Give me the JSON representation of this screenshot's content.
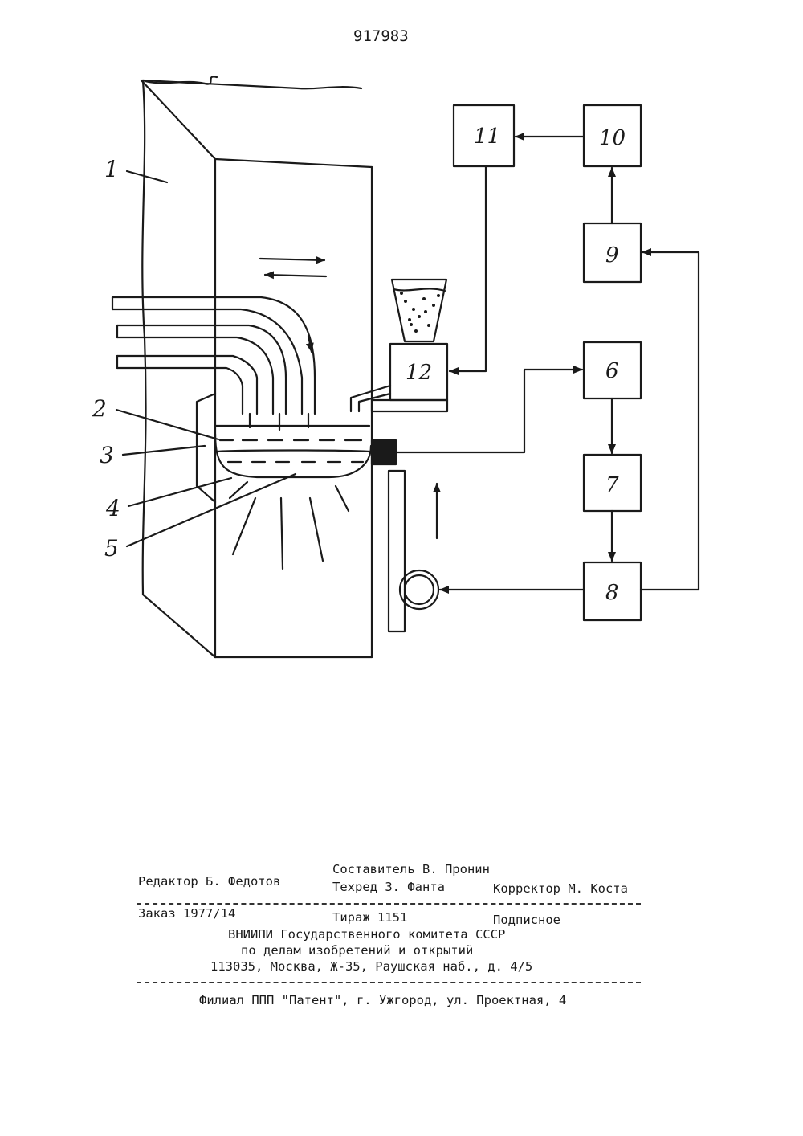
{
  "header": {
    "patent_number": "917983"
  },
  "diagram": {
    "labels": {
      "l1": "1",
      "l2": "2",
      "l3": "3",
      "l4": "4",
      "l5": "5"
    },
    "blocks": {
      "b6": "6",
      "b7": "7",
      "b8": "8",
      "b9": "9",
      "b10": "10",
      "b11": "11",
      "b12": "12"
    }
  },
  "imprint": {
    "editor": "Редактор Б. Федотов",
    "compiler": "Составитель В. Пронин",
    "techred": "Техред З. Фанта",
    "corrector": "Корректор М. Коста",
    "order": "Заказ 1977/14",
    "circulation": "Тираж 1151",
    "subscription": "Подписное",
    "org_line1": "ВНИИПИ Государственного комитета СССР",
    "org_line2": "по делам изобретений и открытий",
    "address": "113035, Москва, Ж-35, Раушская наб., д. 4/5",
    "branch": "Филиал ППП \"Патент\", г. Ужгород, ул. Проектная, 4"
  }
}
